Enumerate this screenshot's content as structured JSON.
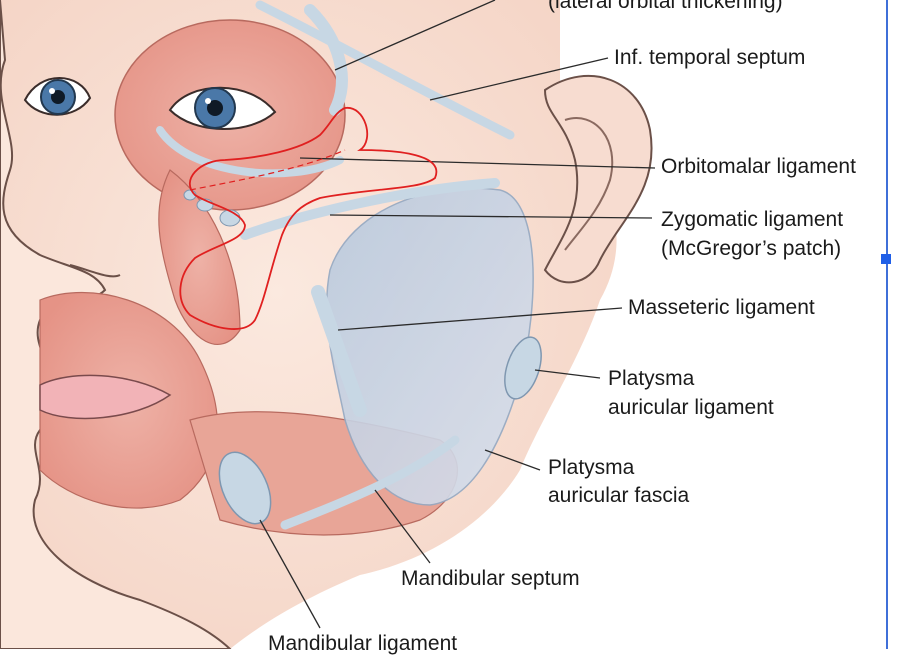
{
  "figure": {
    "labels": {
      "lateral_orbital": "(lateral orbital thickening)",
      "inf_temporal_septum": "Inf. temporal septum",
      "orbitomalar_ligament": "Orbitomalar ligament",
      "zygomatic_ligament_1": "Zygomatic ligament",
      "zygomatic_ligament_2": "(McGregor’s patch)",
      "masseteric_ligament": "Masseteric ligament",
      "platysma_auricular_ligament_1": "Platysma",
      "platysma_auricular_ligament_2": "auricular ligament",
      "platysma_auricular_fascia_1": "Platysma",
      "platysma_auricular_fascia_2": "auricular fascia",
      "mandibular_septum": "Mandibular septum",
      "mandibular_ligament": "Mandibular ligament"
    },
    "colors": {
      "skin": "#f9e2d6",
      "muscle": "#e9a59a",
      "ligament": "#c7d7e4",
      "annotation": "#e02020",
      "text": "#1b1b1b"
    }
  }
}
